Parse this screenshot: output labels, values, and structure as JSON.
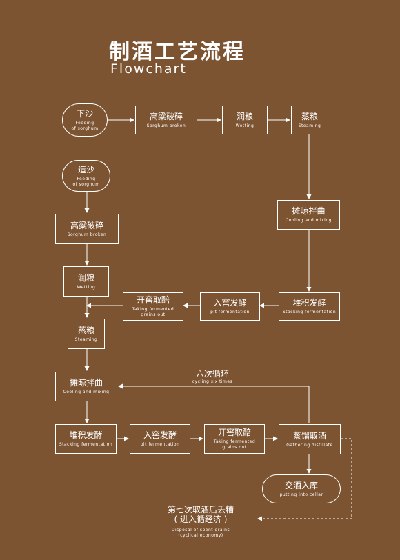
{
  "header": {
    "title": "制酒工艺流程",
    "subtitle": "Flowchart"
  },
  "nodes": {
    "feeding": {
      "zh": "下沙",
      "en": "Feeding\nof sorghum"
    },
    "crush1": {
      "zh": "高粱破碎",
      "en": "Sorghum broken"
    },
    "wet1": {
      "zh": "润粮",
      "en": "Wetting"
    },
    "steam1": {
      "zh": "蒸粮",
      "en": "Steaming"
    },
    "feeding2": {
      "zh": "造沙",
      "en": "Feeding\nof sorghum"
    },
    "crush2": {
      "zh": "高粱破碎",
      "en": "Sorghum broken"
    },
    "cool1": {
      "zh": "摊晾拌曲",
      "en": "Cooling and mixing"
    },
    "wet2": {
      "zh": "润粮",
      "en": "Wetting"
    },
    "open1": {
      "zh": "开窖取醅",
      "en": "Taking fermented\ngrains out"
    },
    "pit1": {
      "zh": "入窖发酵",
      "en": "pit fermentation"
    },
    "stack1": {
      "zh": "堆积发酵",
      "en": "Stacking fermentation"
    },
    "steam2": {
      "zh": "蒸粮",
      "en": "Steaming"
    },
    "cool2": {
      "zh": "摊晾拌曲",
      "en": "Cooling and mixing"
    },
    "stack2": {
      "zh": "堆积发酵",
      "en": "Stacking fermentation"
    },
    "pit2": {
      "zh": "入窖发酵",
      "en": "pit fermentation"
    },
    "open2": {
      "zh": "开窖取醅",
      "en": "Taking fermented\ngrains out"
    },
    "distill": {
      "zh": "蒸馏取酒",
      "en": "Gathering distillate"
    },
    "cellar": {
      "zh": "交酒入库",
      "en": "putting into cellar"
    }
  },
  "cycle": {
    "zh": "六次循环",
    "en": "cycling six times"
  },
  "disposal": {
    "zh_line1": "第七次取酒后丢糟",
    "zh_line2": "( 进入循经济 )",
    "en": "Disposal of spent grains\n(cyclical economy)"
  },
  "colors": {
    "background": "#7d5432",
    "line": "#ffffff"
  }
}
